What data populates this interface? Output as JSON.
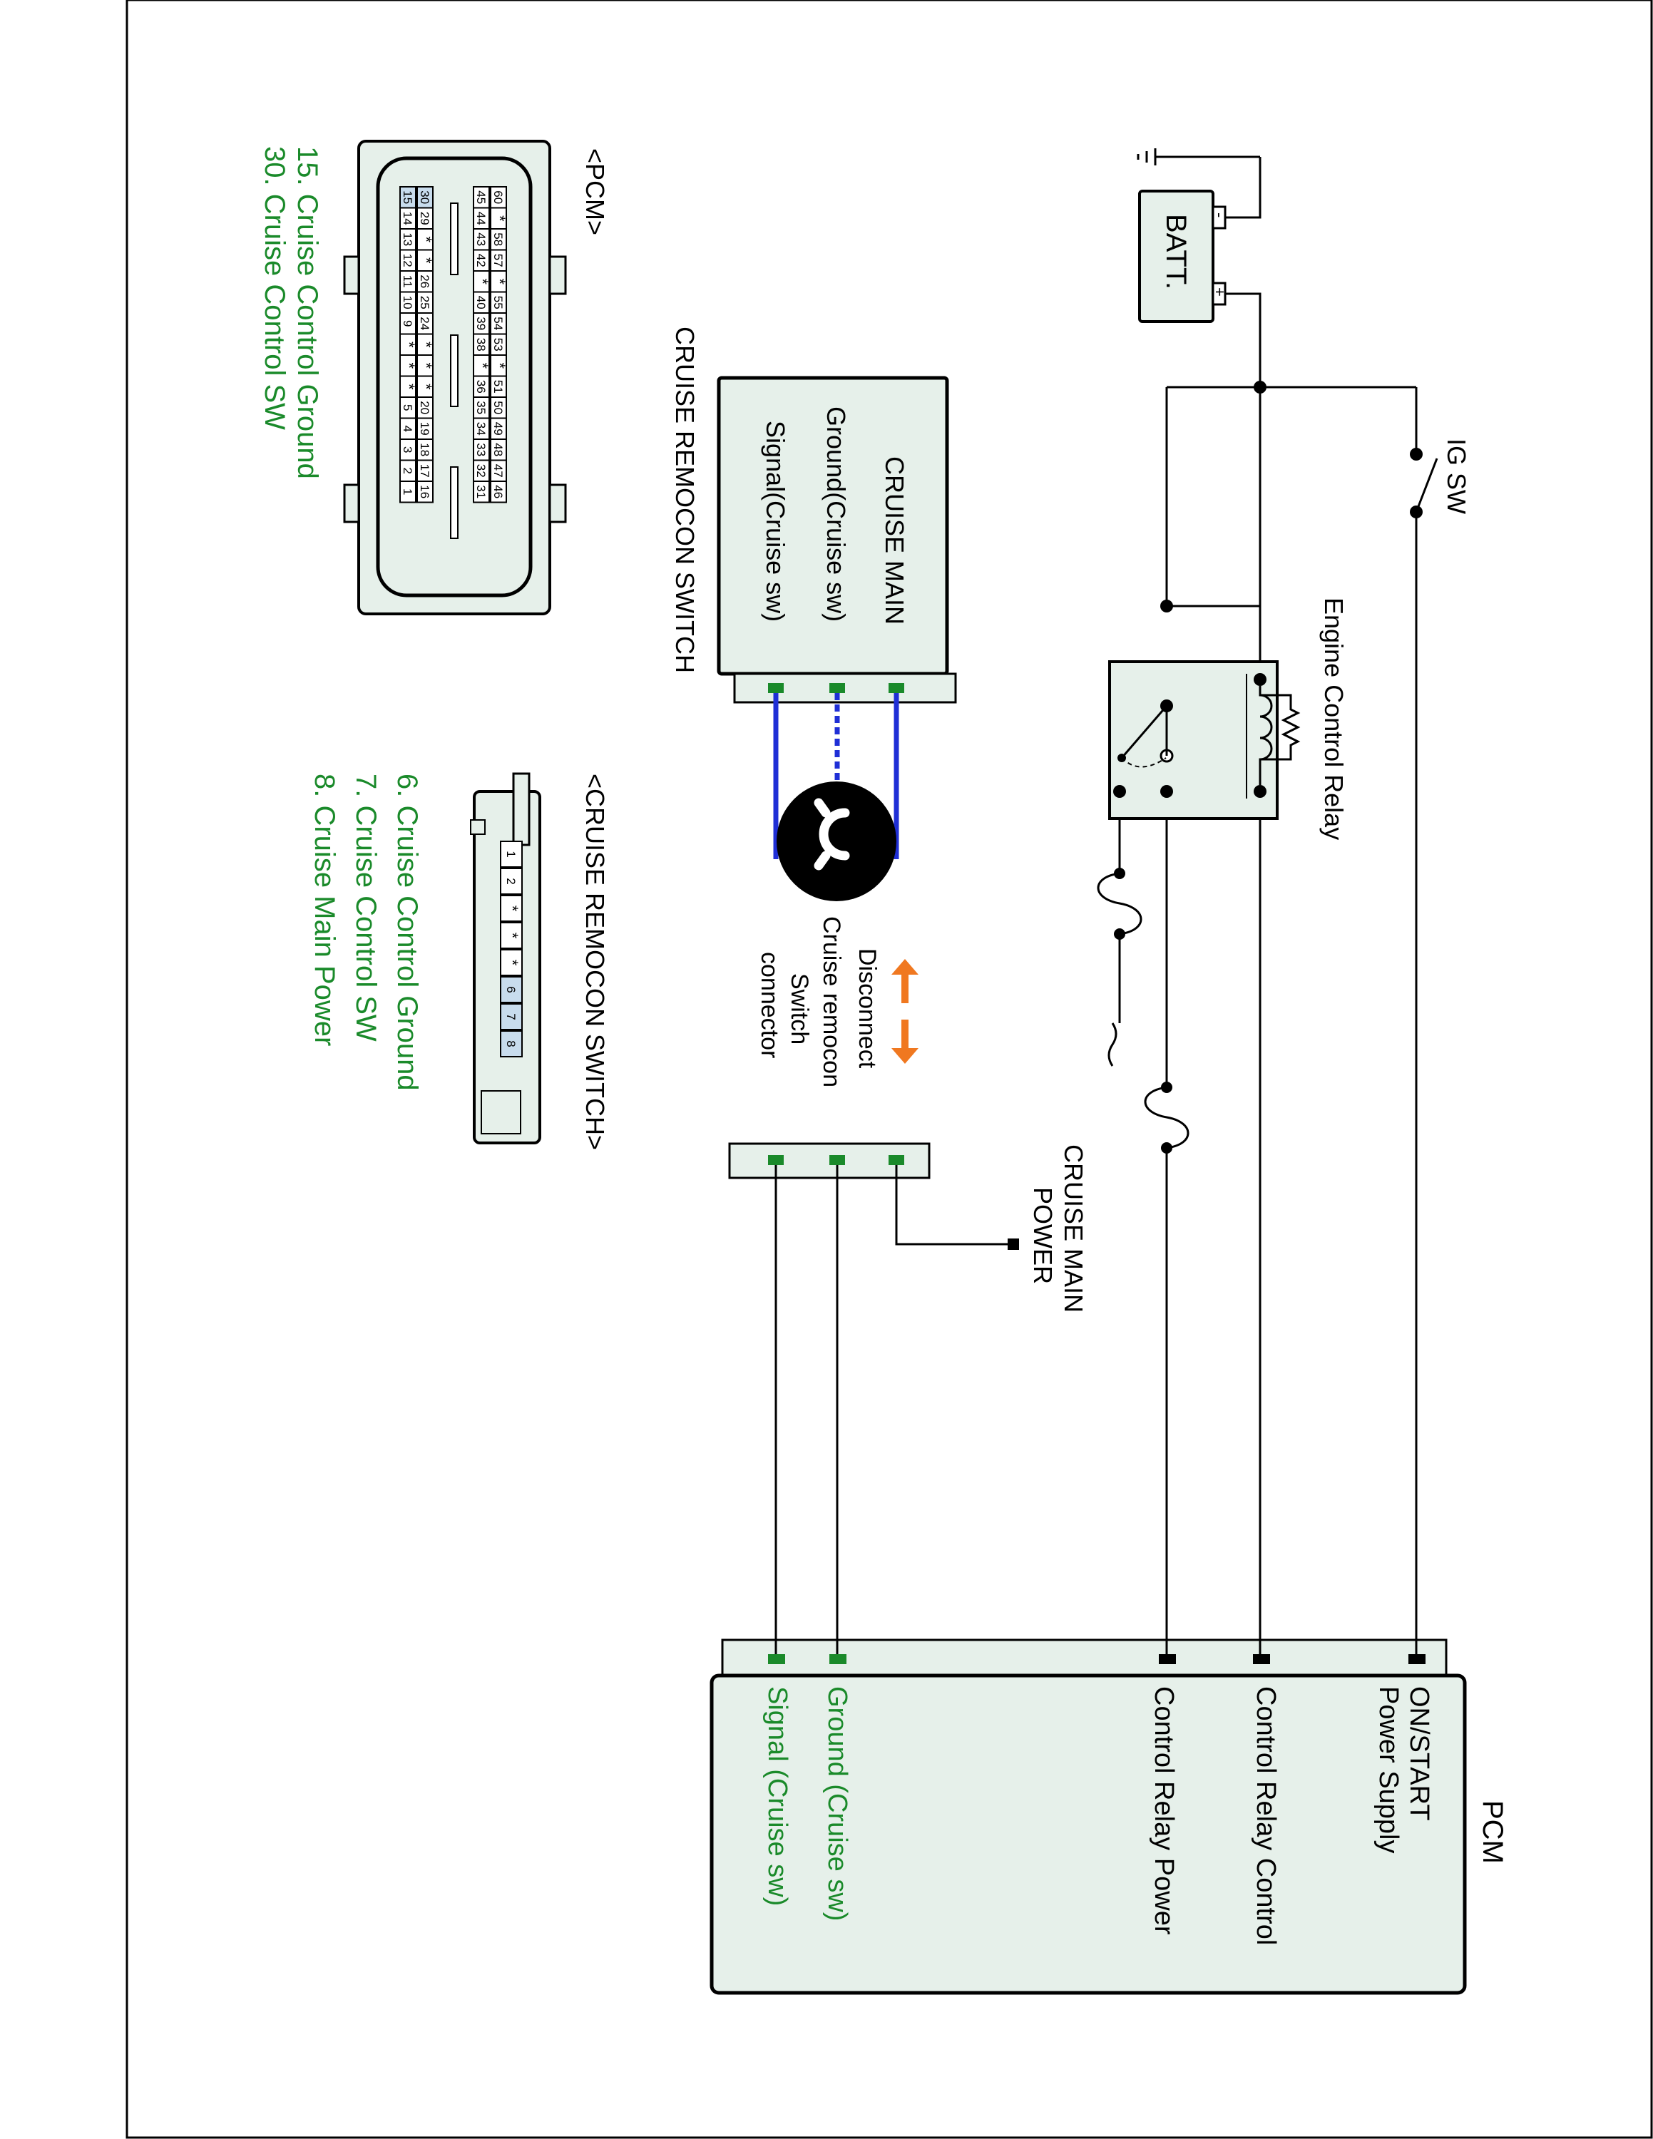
{
  "colors": {
    "wire": "#000000",
    "cruise_wire": "#1f2fd6",
    "green_text": "#1a8a2a",
    "pin_green": "#1a8a2a",
    "box_fill": "#e6f0ea",
    "arrow": "#f07820",
    "cell_highlight": "#c8dced"
  },
  "battery": {
    "label": "BATT.",
    "neg": "-",
    "pos": "+"
  },
  "ig_switch": {
    "label": "IG SW"
  },
  "relay": {
    "label": "Engine Control Relay"
  },
  "cruise_switch": {
    "title": "CRUISE MAIN",
    "pin_ground": "Ground(Cruise sw)",
    "pin_signal": "Signal(Cruise sw)",
    "caption": "CRUISE REMOCON SWITCH"
  },
  "cruise_main_power": {
    "line1": "CRUISE MAIN",
    "line2": "POWER"
  },
  "disconnect_note": {
    "line1": "Disconnect",
    "line2": "Cruise remocon",
    "line3": "Switch",
    "line4": "connector"
  },
  "pcm": {
    "title": "PCM",
    "pins": [
      {
        "label": "ON/START",
        "label2": "Power Supply"
      },
      {
        "label": "Control Relay Control"
      },
      {
        "label": "Control Relay Power"
      },
      {
        "label": "Ground (Cruise sw)"
      },
      {
        "label": "Signal (Cruise sw)"
      }
    ]
  },
  "pcm_connector": {
    "title": "<PCM>",
    "row1": [
      "60",
      "*",
      "58",
      "57",
      "*",
      "55",
      "54",
      "53",
      "*",
      "51",
      "50",
      "49",
      "48",
      "47",
      "46"
    ],
    "row2": [
      "45",
      "44",
      "43",
      "42",
      "*",
      "40",
      "39",
      "38",
      "*",
      "36",
      "35",
      "34",
      "33",
      "32",
      "31"
    ],
    "row3": [
      "30",
      "29",
      "*",
      "*",
      "26",
      "25",
      "24",
      "*",
      "*",
      "*",
      "20",
      "19",
      "18",
      "17",
      "16"
    ],
    "row4": [
      "15",
      "14",
      "13",
      "12",
      "11",
      "10",
      "9",
      "*",
      "*",
      "*",
      "5",
      "4",
      "3",
      "2",
      "1"
    ],
    "notes": [
      "15. Cruise Control Ground",
      "30. Cruise Control SW"
    ]
  },
  "remocon_connector": {
    "title": "<CRUISE REMOCON SWITCH>",
    "cells": [
      "1",
      "2",
      "*",
      "*",
      "*",
      "6",
      "7",
      "8"
    ],
    "notes": [
      "6. Cruise Control Ground",
      "7. Cruise Control SW",
      "8. Cruise Main Power"
    ]
  }
}
